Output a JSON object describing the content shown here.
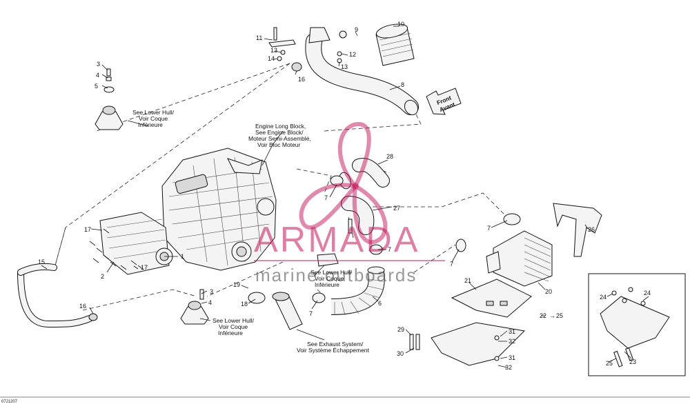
{
  "callouts": [
    {
      "id": "c1",
      "label": "1"
    },
    {
      "id": "c2",
      "label": "2"
    },
    {
      "id": "c3a",
      "label": "3"
    },
    {
      "id": "c3b",
      "label": "3"
    },
    {
      "id": "c4a",
      "label": "4"
    },
    {
      "id": "c4b",
      "label": "4"
    },
    {
      "id": "c5",
      "label": "5"
    },
    {
      "id": "c6",
      "label": "6"
    },
    {
      "id": "c7a",
      "label": "7"
    },
    {
      "id": "c7b",
      "label": "7"
    },
    {
      "id": "c7c",
      "label": "7"
    },
    {
      "id": "c7d",
      "label": "7"
    },
    {
      "id": "c7e",
      "label": "7"
    },
    {
      "id": "c8",
      "label": "8"
    },
    {
      "id": "c9",
      "label": "9"
    },
    {
      "id": "c10",
      "label": "10"
    },
    {
      "id": "c11",
      "label": "11"
    },
    {
      "id": "c12",
      "label": "12"
    },
    {
      "id": "c13a",
      "label": "13"
    },
    {
      "id": "c13b",
      "label": "13"
    },
    {
      "id": "c14",
      "label": "14"
    },
    {
      "id": "c15",
      "label": "15"
    },
    {
      "id": "c16a",
      "label": "16"
    },
    {
      "id": "c16b",
      "label": "16"
    },
    {
      "id": "c17a",
      "label": "17"
    },
    {
      "id": "c17b",
      "label": "17"
    },
    {
      "id": "c18",
      "label": "18"
    },
    {
      "id": "c19",
      "label": "19"
    },
    {
      "id": "c20",
      "label": "20"
    },
    {
      "id": "c21",
      "label": "21"
    },
    {
      "id": "c22",
      "label": "22"
    },
    {
      "id": "c23",
      "label": "23"
    },
    {
      "id": "c24a",
      "label": "24"
    },
    {
      "id": "c24b",
      "label": "24"
    },
    {
      "id": "c25a",
      "label": "25"
    },
    {
      "id": "c25b",
      "label": "25"
    },
    {
      "id": "c26",
      "label": "26"
    },
    {
      "id": "c27",
      "label": "27"
    },
    {
      "id": "c28",
      "label": "28"
    },
    {
      "id": "c29",
      "label": "29"
    },
    {
      "id": "c30",
      "label": "30"
    },
    {
      "id": "c31a",
      "label": "31"
    },
    {
      "id": "c31b",
      "label": "31"
    },
    {
      "id": "c32a",
      "label": "32"
    },
    {
      "id": "c32b",
      "label": "32"
    }
  ],
  "notes": {
    "lower_hull_top": [
      "See Lower Hull/",
      "Voir Coque",
      "Inférieure"
    ],
    "engine_block": [
      "Engine Long Block,",
      "See Engine Block/",
      "Moteur Semi-Assemblé,",
      "Voir Bloc Moteur"
    ],
    "lower_hull_mid": [
      "See Lower Hull/",
      "Voir Coque",
      "Inférieure"
    ],
    "lower_hull_bottom": [
      "See Lower Hull/",
      "Voir Coque",
      "Inférieure"
    ],
    "exhaust": [
      "See Exhaust System/",
      "Voir Système Échappement"
    ],
    "front_arrow": [
      "Front",
      "Avant"
    ],
    "arrow_22_25": "→"
  },
  "watermark": {
    "brand": "ARMADA",
    "tagline": "marine outboards"
  },
  "figure_code": "07J1207",
  "colors": {
    "watermark": "#c2185b",
    "line": "#111111"
  }
}
